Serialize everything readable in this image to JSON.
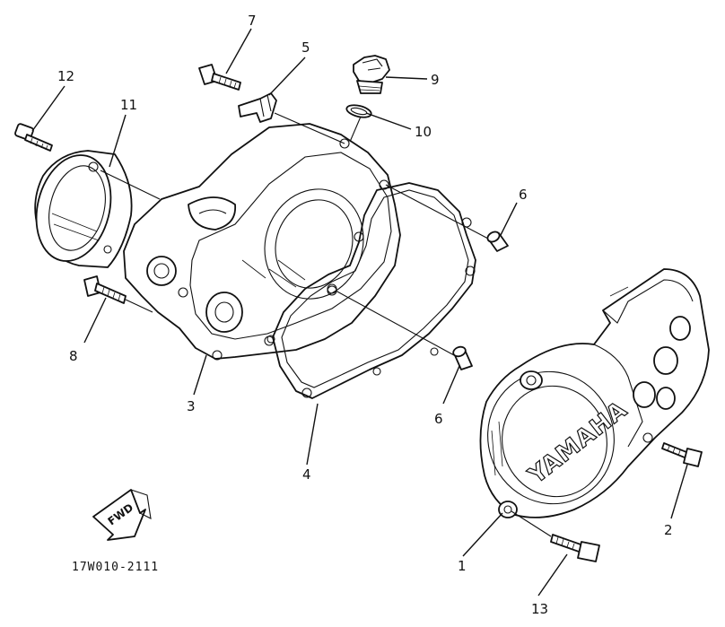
{
  "diagram": {
    "drawing_code": "17W010-2111",
    "brand_text": "YAMAHA",
    "direction_text": "FWD",
    "callouts": [
      {
        "id": "c1",
        "label": "1"
      },
      {
        "id": "c2",
        "label": "2"
      },
      {
        "id": "c3",
        "label": "3"
      },
      {
        "id": "c4",
        "label": "4"
      },
      {
        "id": "c5",
        "label": "5"
      },
      {
        "id": "c6a",
        "label": "6"
      },
      {
        "id": "c6b",
        "label": "6"
      },
      {
        "id": "c7",
        "label": "7"
      },
      {
        "id": "c8",
        "label": "8"
      },
      {
        "id": "c9",
        "label": "9"
      },
      {
        "id": "c10",
        "label": "10"
      },
      {
        "id": "c11",
        "label": "11"
      },
      {
        "id": "c12",
        "label": "12"
      },
      {
        "id": "c13",
        "label": "13"
      }
    ]
  }
}
